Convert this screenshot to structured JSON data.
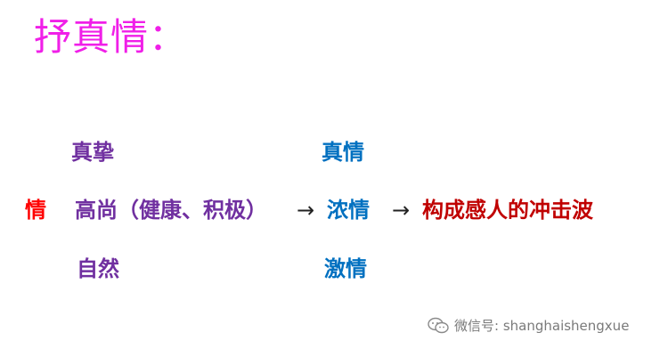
{
  "title": "抒真情：",
  "left_label": "情",
  "row1": {
    "left": "真挚",
    "right": "真情"
  },
  "row2": {
    "left": "高尚（健康、积极）",
    "arrow1": "→",
    "middle": "浓情",
    "arrow2": "→",
    "right": "构成感人的冲击波"
  },
  "row3": {
    "left": "自然",
    "right": "激情"
  },
  "watermark": {
    "text": "微信号: shanghaishengxue",
    "icon": "wechat-icon"
  },
  "colors": {
    "title": "#f01fe8",
    "purple": "#7030a0",
    "blue": "#0070c0",
    "red": "#ff0000",
    "darkred": "#c00000"
  }
}
